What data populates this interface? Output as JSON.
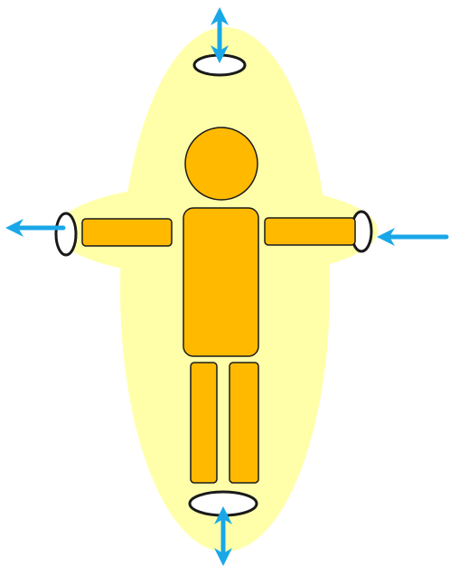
{
  "diagram": {
    "glow_label": "",
    "figure": {
      "head": {},
      "torso": {},
      "left_arm": {},
      "right_arm": {},
      "left_leg": {},
      "right_leg": {}
    },
    "rings": [
      {
        "id": "top-ring"
      },
      {
        "id": "bottom-ring"
      },
      {
        "id": "left-ring"
      },
      {
        "id": "right-ring"
      }
    ],
    "arrows": [
      {
        "id": "top-double-arrow",
        "type": "double-headed",
        "direction": "vertical"
      },
      {
        "id": "bottom-double-arrow",
        "type": "double-headed",
        "direction": "vertical"
      },
      {
        "id": "left-arrow",
        "type": "single-headed",
        "direction": "left"
      },
      {
        "id": "right-arrow",
        "type": "single-headed",
        "direction": "left"
      }
    ],
    "colors": {
      "glow": "#ffffaa",
      "body": "#ffba00",
      "outline": "#1a1a1a",
      "ring_fill": "#ffffff",
      "arrow": "#1aa7e8"
    }
  }
}
